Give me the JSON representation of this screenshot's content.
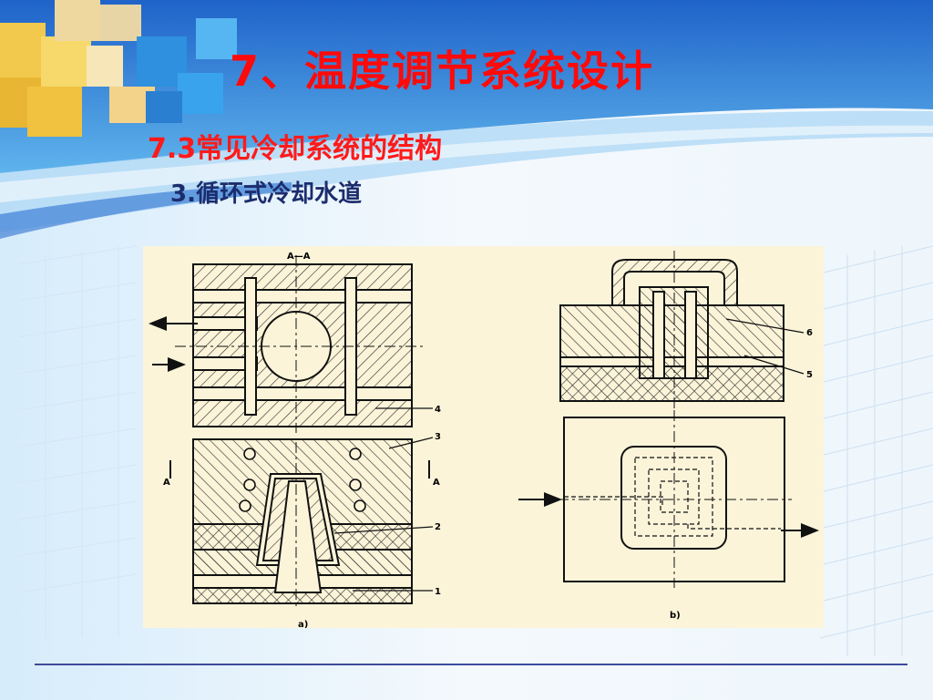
{
  "slide": {
    "title": "7、温度调节系统设计",
    "subtitle": "7.3常见冷却系统的结构",
    "heading": "3.循环式冷却水道"
  },
  "figure": {
    "section_label": "A—A",
    "panel_a_caption": "a)",
    "panel_b_caption": "b)",
    "section_marker": "A",
    "callouts_a": [
      "1",
      "2",
      "3",
      "4"
    ],
    "callouts_b": [
      "5",
      "6"
    ]
  },
  "colors": {
    "title": "#ff0a0a",
    "subtitle": "#ff1a1a",
    "heading": "#1c2d6e",
    "figure_bg": "#fbf4d9",
    "rule_line": "#3d4b9b"
  }
}
